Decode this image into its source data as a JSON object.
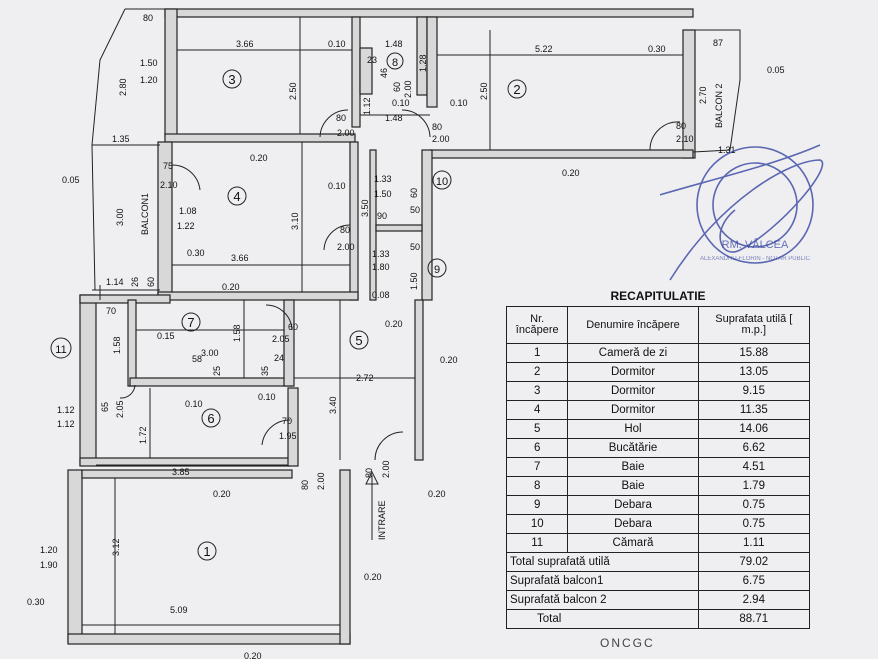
{
  "rooms": {
    "r1": "1",
    "r2": "2",
    "r3": "3",
    "r4": "4",
    "r5": "5",
    "r6": "6",
    "r7": "7",
    "r8": "8",
    "r9": "9",
    "r10": "10",
    "r11": "11"
  },
  "labels": {
    "balcon1": "BALCON1",
    "balcon2": "BALCON 2",
    "intrare": "INTRARE"
  },
  "dims": {
    "d80_top": "80",
    "d366_top": "3.66",
    "d010_a": "0.10",
    "d148_a": "1.48",
    "d522": "5.22",
    "d030_a": "0.30",
    "d87": "87",
    "d005_r": "0.05",
    "d150": "1.50",
    "d120": "1.20",
    "d280": "2.80",
    "d250_a": "2.50",
    "d23": "23",
    "d46": "46",
    "d128": "1.28",
    "d60_8": "60",
    "d200_8": "2.00",
    "d010_b": "0.10",
    "d010_c": "0.10",
    "d250_b": "2.50",
    "d270": "2.70",
    "d112_a": "1.12",
    "d80_a": "80",
    "d200_a": "2.00",
    "d148_b": "1.48",
    "d80_b": "80",
    "d200_b": "2.00",
    "d80_c": "80",
    "d210_c": "2.10",
    "d135": "1.35",
    "d020_a": "0.20",
    "d131": "1.31",
    "d75": "75",
    "d210_b": "2.10",
    "d005_l": "0.05",
    "d133_a": "1.33",
    "d150_b": "1.50",
    "d010_d": "0.10",
    "d020_b": "0.20",
    "d108": "1.08",
    "d122": "1.22",
    "d300_a": "3.00",
    "d310": "3.10",
    "d350": "3.50",
    "d90": "90",
    "d50_a": "50",
    "d80_d": "80",
    "d200_d": "2.00",
    "d030_b": "0.30",
    "d366_b": "3.66",
    "d50_b": "50",
    "d133_b": "1.33",
    "d180": "1.80",
    "d60_b": "60",
    "d114": "1.14",
    "d26": "26",
    "d60_c": "60",
    "d020_c": "0.20",
    "d008": "0.08",
    "d150_c": "1.50",
    "d020_d": "0.20",
    "d70_a": "70",
    "d015": "0.15",
    "d158_a": "1.58",
    "d60_d": "60",
    "d205_a": "2.05",
    "d158_b": "1.58",
    "d300_b": "3.00",
    "d24": "24",
    "d58": "58",
    "d25": "25",
    "d35": "35",
    "d020_e": "0.20",
    "d272": "2.72",
    "d65": "65",
    "d205_b": "2.05",
    "d010_e": "0.10",
    "d010_f": "0.10",
    "d112_b": "1.12",
    "d112_c": "1.12",
    "d172": "1.72",
    "d70_b": "70",
    "d195": "1.95",
    "d340": "3.40",
    "d385": "3.85",
    "d80_e": "80",
    "d200_e": "2.00",
    "d80_f": "80",
    "d200_f": "2.00",
    "d020_f": "0.20",
    "d020_g": "0.20",
    "d312": "3.12",
    "d120_b": "1.20",
    "d190": "1.90",
    "d020_h": "0.20",
    "d030_c": "0.30",
    "d509": "5.09",
    "d020_i": "0.20"
  },
  "recap": {
    "title": "RECAPITULATIE",
    "headers": [
      "Nr. încăpere",
      "Denumire încăpere",
      "Suprafata utilă [ m.p.]"
    ],
    "rows": [
      [
        "1",
        "Cameră de zi",
        "15.88"
      ],
      [
        "2",
        "Dormitor",
        "13.05"
      ],
      [
        "3",
        "Dormitor",
        "9.15"
      ],
      [
        "4",
        "Dormitor",
        "11.35"
      ],
      [
        "5",
        "Hol",
        "14.06"
      ],
      [
        "6",
        "Bucătărie",
        "6.62"
      ],
      [
        "7",
        "Baie",
        "4.51"
      ],
      [
        "8",
        "Baie",
        "1.79"
      ],
      [
        "9",
        "Debara",
        "0.75"
      ],
      [
        "10",
        "Debara",
        "0.75"
      ],
      [
        "11",
        "Cămară",
        "1.11"
      ]
    ],
    "totals": [
      [
        "Total suprafată utilă",
        "79.02"
      ],
      [
        "Suprafată balcon1",
        "6.75"
      ],
      [
        "Suprafată balcon 2",
        "2.94"
      ],
      [
        "Total",
        "88.71"
      ]
    ]
  },
  "stamp": {
    "line1": "RM. VÂLCEA",
    "line2": "ALEXANDRU-FLORIN - NOTAR PUBLIC"
  },
  "footer": {
    "text": "ONCGC"
  },
  "colors": {
    "ink": "#111111",
    "stamp": "#2a3a9c",
    "wall": "#d8d8d8"
  }
}
